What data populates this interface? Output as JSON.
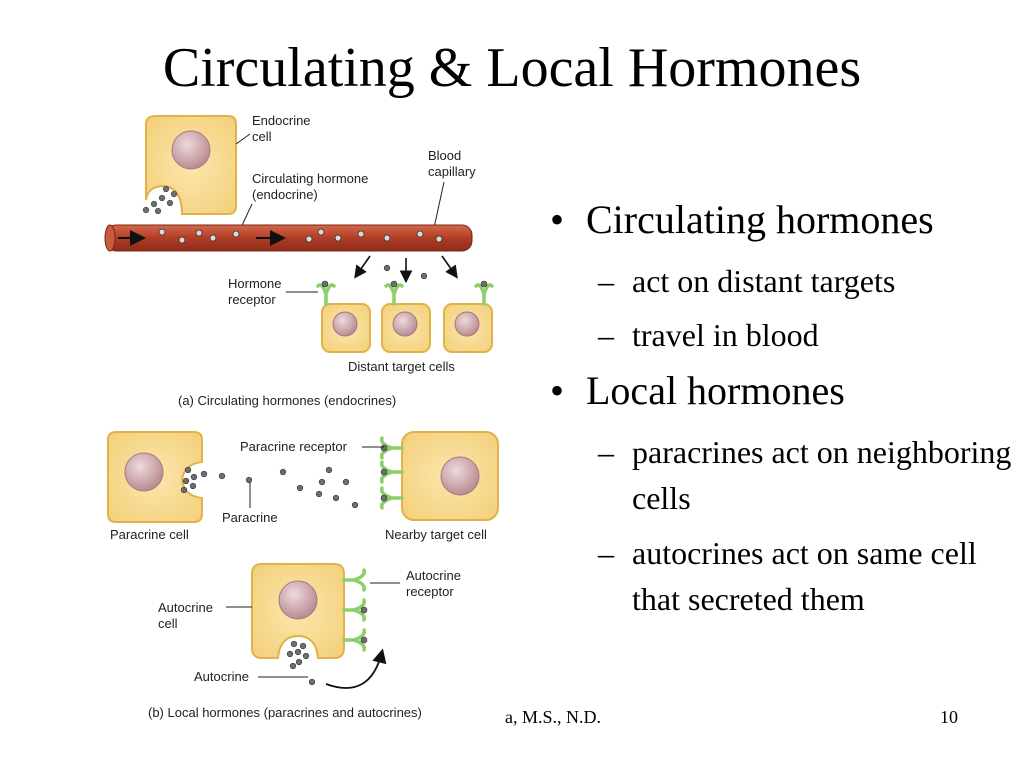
{
  "slide": {
    "title": "Circulating & Local Hormones",
    "bullets": [
      {
        "text": "Circulating hormones",
        "sub": [
          "act on distant targets",
          "travel in blood"
        ]
      },
      {
        "text": "Local hormones",
        "sub": [
          "paracrines act on neighboring cells",
          "autocrines act on same cell that secreted them"
        ]
      }
    ],
    "footer_left": "a, M.S., N.D.",
    "page_number": "10"
  },
  "figure": {
    "panel_a": {
      "endocrine_cell_line1": "Endocrine",
      "endocrine_cell_line2": "cell",
      "circulating_hormone_line1": "Circulating hormone",
      "circulating_hormone_line2": "(endocrine)",
      "blood_capillary_line1": "Blood",
      "blood_capillary_line2": "capillary",
      "hormone_receptor_line1": "Hormone",
      "hormone_receptor_line2": "receptor",
      "distant_target_cells": "Distant target cells",
      "caption": "(a) Circulating hormones (endocrines)"
    },
    "panel_b": {
      "paracrine_receptor": "Paracrine receptor",
      "paracrine": "Paracrine",
      "paracrine_cell": "Paracrine cell",
      "nearby_target_cell": "Nearby target cell",
      "autocrine_receptor_line1": "Autocrine",
      "autocrine_receptor_line2": "receptor",
      "autocrine_cell_line1": "Autocrine",
      "autocrine_cell_line2": "cell",
      "autocrine": "Autocrine",
      "caption": "(b) Local hormones (paracrines and autocrines)"
    },
    "colors": {
      "cell_fill": "#f7d88a",
      "cell_stroke": "#e2b24a",
      "nucleus": "#c79fa4",
      "vessel": "#b8442c",
      "receptor": "#8ccf6a",
      "hormone": "#6e6e6e"
    }
  }
}
